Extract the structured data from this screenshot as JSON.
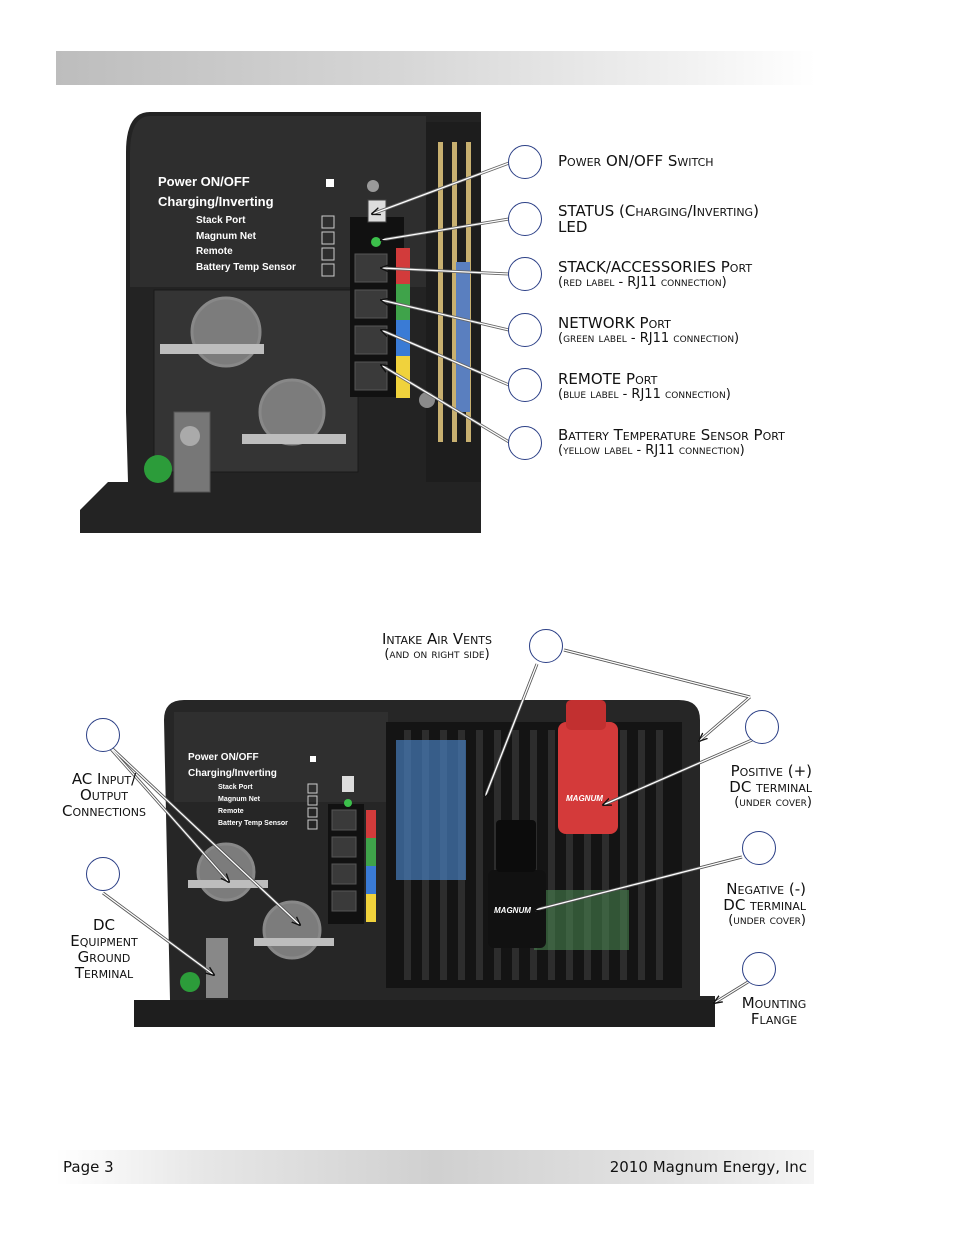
{
  "footer": {
    "page": "Page 3",
    "company": "2010 Magnum Energy, Inc"
  },
  "photo1": {
    "panel": {
      "power": "Power ON/OFF",
      "charging": "Charging/Inverting",
      "stack": "Stack Port",
      "magnum_net": "Magnum Net",
      "remote": "Remote",
      "battery": "Battery Temp Sensor"
    },
    "labels": {
      "power_switch": "Power ON/OFF Switch",
      "status_l1": "STATUS (Charging/Inverting)",
      "status_l2": "LED",
      "stack_l1": "STACK/ACCESSORIES Port",
      "stack_l2": "(red label - RJ11 connection)",
      "network_l1": "NETWORK Port",
      "network_l2": "(green label - RJ11 connection)",
      "remote_l1": "REMOTE Port",
      "remote_l2": "(blue label - RJ11 connection)",
      "battery_l1": "Battery Temperature Sensor Port",
      "battery_l2": "(yellow label - RJ11 connection)"
    }
  },
  "photo2": {
    "panel": {
      "power": "Power ON/OFF",
      "charging": "Charging/Inverting",
      "stack": "Stack Port",
      "magnum_net": "Magnum Net",
      "remote": "Remote",
      "battery": "Battery Temp Sensor"
    },
    "labels": {
      "intake_l1": "Intake Air Vents",
      "intake_l2": "(and on right side)",
      "ac_l1": "AC Input/",
      "ac_l2": "Output",
      "ac_l3": "Connections",
      "dc_l1": "DC",
      "dc_l2": "Equipment",
      "dc_l3": "Ground",
      "dc_l4": "Terminal",
      "pos_l1": "Positive (+)",
      "pos_l2": "DC terminal",
      "pos_l3": "(under cover)",
      "neg_l1": "Negative (-)",
      "neg_l2": "DC terminal",
      "neg_l3": "(under cover)",
      "mount_l1": "Mounting",
      "mount_l2": "Flange"
    },
    "cover_brand": "MAGNUM"
  }
}
